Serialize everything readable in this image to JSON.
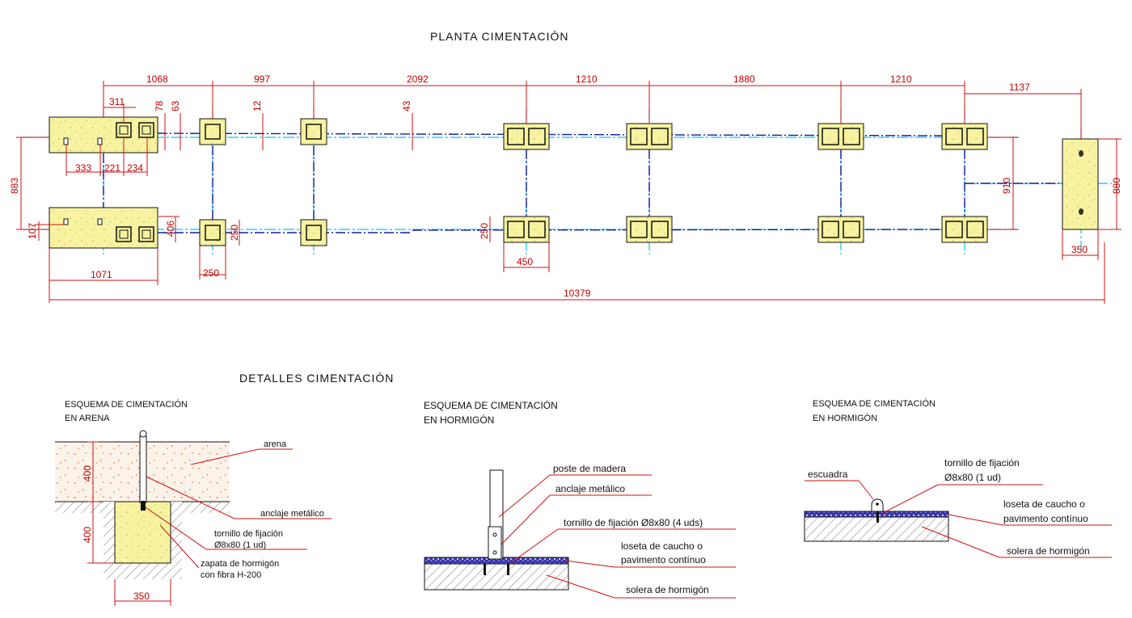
{
  "titles": {
    "plan": "PLANTA CIMENTACIÓN",
    "details": "DETALLES CIMENTACIÓN"
  },
  "plan_dims": {
    "d1068": "1068",
    "d997": "997",
    "d2092": "2092",
    "d1210a": "1210",
    "d1880": "1880",
    "d1210b": "1210",
    "d1137": "1137",
    "d311": "311",
    "d78": "78",
    "d63": "63",
    "d12": "12",
    "d43": "43",
    "d333": "333",
    "d221": "221",
    "d234": "234",
    "d883": "883",
    "d107": "107",
    "d406": "406",
    "d250a": "250",
    "d250b": "250",
    "d250c": "250",
    "d450": "450",
    "d1071": "1071",
    "d910": "910",
    "d880": "880",
    "d350": "350",
    "d10379": "10379"
  },
  "detail_sand": {
    "title_line1": "ESQUEMA DE CIMENTACIÓN",
    "title_line2": "EN ARENA",
    "arena": "arena",
    "anclaje": "anclaje metálico",
    "tornillo_line1": "tornillo de fijación",
    "tornillo_line2": "Ø8x80 (1 ud)",
    "zapata_line1": "zapata de hormigón",
    "zapata_line2": "con fibra H-200",
    "dim_400a": "400",
    "dim_400b": "400",
    "dim_350": "350"
  },
  "detail_concrete_post": {
    "title_line1": "ESQUEMA DE CIMENTACIÓN",
    "title_line2": "EN HORMIGÓN",
    "poste": "poste de madera",
    "anclaje": "anclaje metálico",
    "tornillo": "tornillo de fijación Ø8x80 (4 uds)",
    "loseta_line1": "loseta de caucho o",
    "loseta_line2": "pavimento contínuo",
    "solera": "solera de hormigón"
  },
  "detail_concrete_bracket": {
    "title_line1": "ESQUEMA DE CIMENTACIÓN",
    "title_line2": "EN HORMIGÓN",
    "escuadra": "escuadra",
    "tornillo_line1": "tornillo de fijación",
    "tornillo_line2": "Ø8x80 (1 ud)",
    "loseta_line1": "loseta de caucho o",
    "loseta_line2": "pavimento contínuo",
    "solera": "solera de hormigón"
  },
  "colors": {
    "dimension": "#d01010",
    "axis": "#00c8f0",
    "tie_beam": "#1a1a9a",
    "footing_fill": "#f7f3a0",
    "outline": "#111111"
  }
}
